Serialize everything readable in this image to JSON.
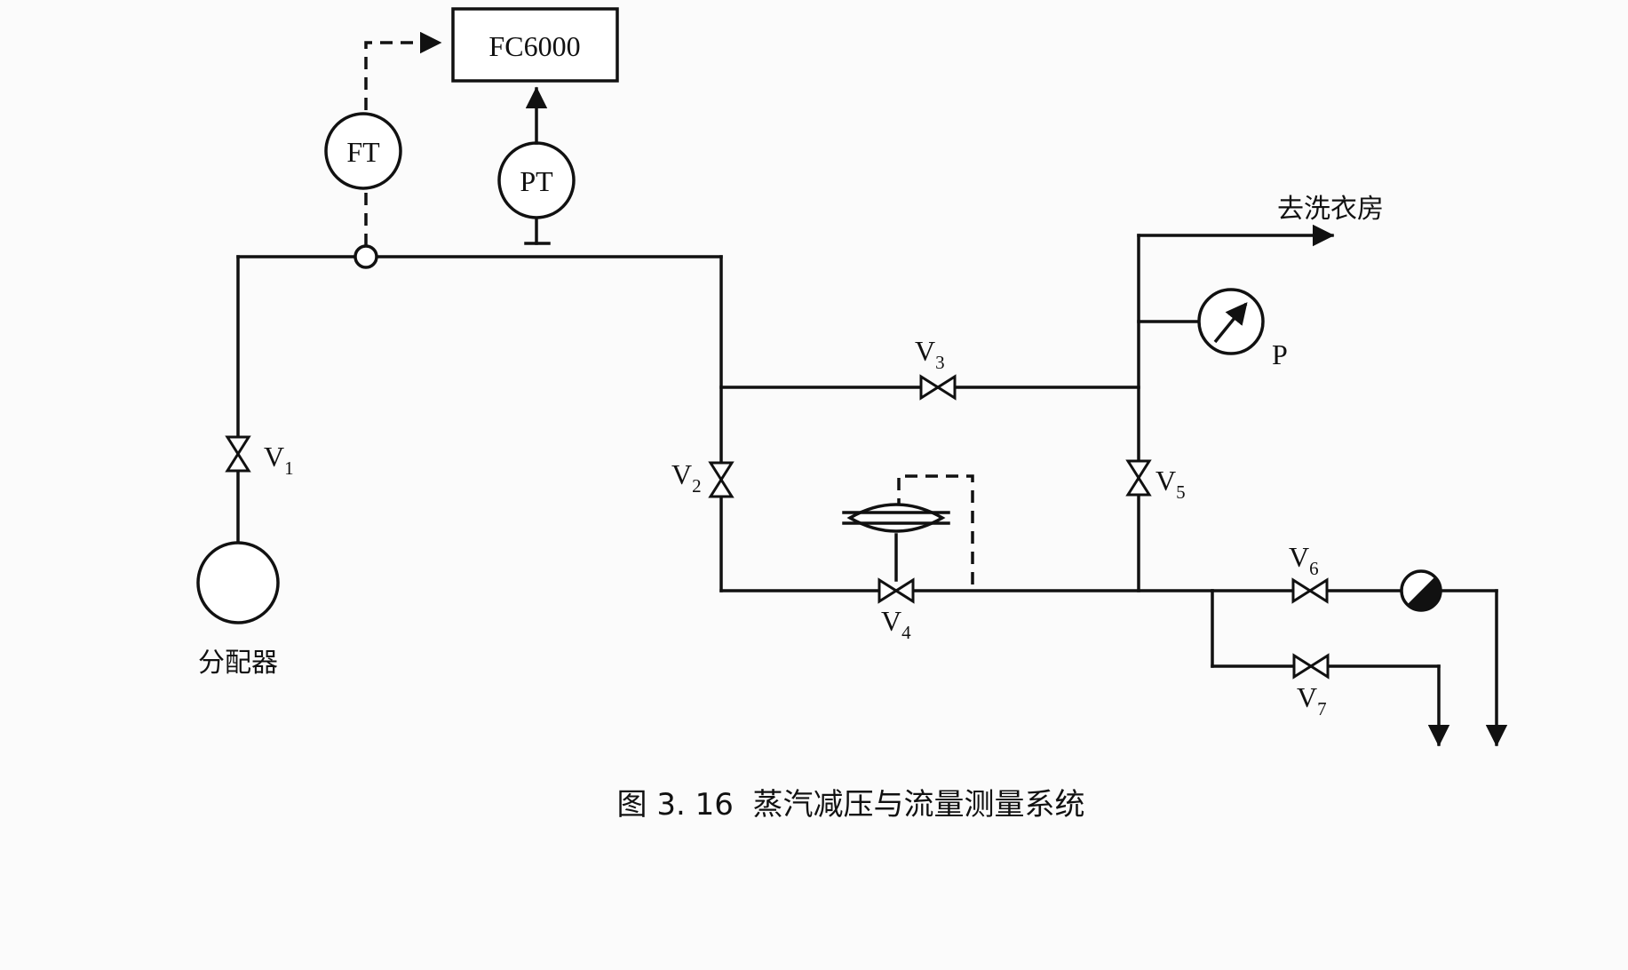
{
  "labels": {
    "controller": "FC6000",
    "flow_transmitter": "FT",
    "pressure_transmitter": "PT",
    "pressure_gauge": "P",
    "distributor": "分配器",
    "to_laundry": "去洗衣房",
    "caption": "图 3. 16  蒸汽减压与流量测量系统"
  },
  "valves": [
    {
      "letter": "V",
      "sub": "1"
    },
    {
      "letter": "V",
      "sub": "2"
    },
    {
      "letter": "V",
      "sub": "3"
    },
    {
      "letter": "V",
      "sub": "4"
    },
    {
      "letter": "V",
      "sub": "5"
    },
    {
      "letter": "V",
      "sub": "6"
    },
    {
      "letter": "V",
      "sub": "7"
    }
  ]
}
